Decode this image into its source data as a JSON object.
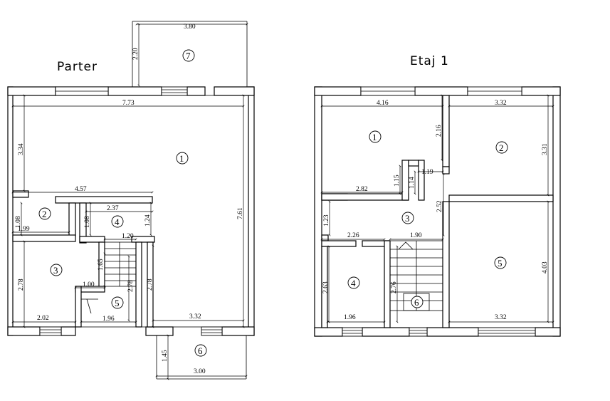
{
  "titles": {
    "ground": "Parter",
    "upper": "Etaj 1"
  },
  "ground_floor": {
    "rooms": [
      "1",
      "2",
      "3",
      "4",
      "5",
      "6",
      "7"
    ],
    "dimensions": {
      "terrace_width": "3.80",
      "terrace_depth": "2.20",
      "top_width": "7.73",
      "left_height": "3.34",
      "right_height": "7.61",
      "mid_width": "4.57",
      "room2_width": "1.99",
      "room2_height": "1.08",
      "room4_width": "2.37",
      "room4_left": "1.08",
      "room4_right": "1.24",
      "stair_width": "1.20",
      "room3_height": "2.78",
      "room3_width": "2.02",
      "stair_height": "1.65",
      "wc_width": "1.00",
      "stair_inner": "2.78",
      "hall_height": "2.78",
      "bottom_width": "1.96",
      "right_bottom": "3.32",
      "porch_depth": "1.45",
      "porch_width": "3.00"
    }
  },
  "upper_floor": {
    "rooms": [
      "1",
      "2",
      "3",
      "4",
      "5",
      "6"
    ],
    "dimensions": {
      "room1_width": "4.16",
      "room1_side": "2.16",
      "room2_width": "3.32",
      "room2_height": "3.31",
      "closet_height": "1.15",
      "closet_width": "1.19",
      "closet_inner": "1.14",
      "room1_bottom": "2.82",
      "hall_height": "2.52",
      "hall_left": "1.23",
      "room4_top": "2.26",
      "stair_width": "1.90",
      "room4_height": "2.63",
      "room4_width": "1.96",
      "stair_height": "2.76",
      "room5_height": "4.03",
      "room5_width": "3.32"
    }
  }
}
